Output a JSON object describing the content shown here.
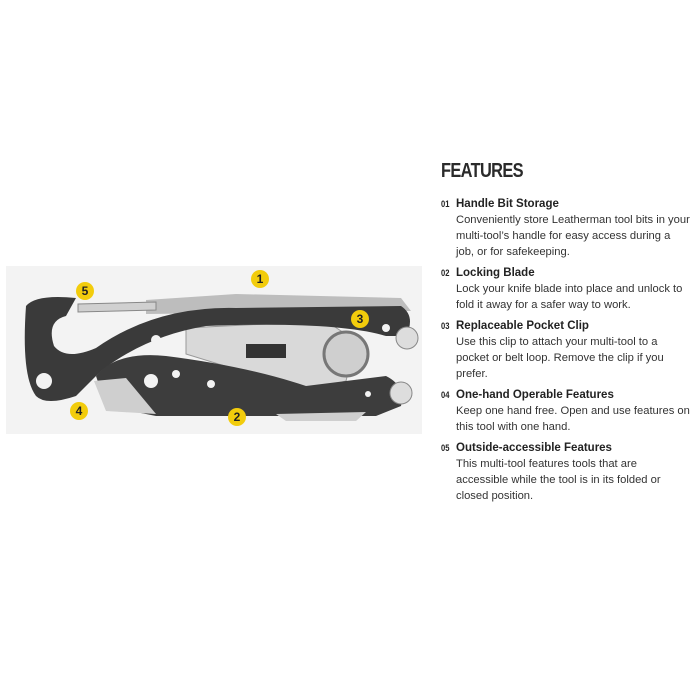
{
  "image": {
    "markers": [
      "1",
      "2",
      "3",
      "4",
      "5"
    ],
    "colors": {
      "marker": "#f2cc0c",
      "tool_body": "#3a3a3a",
      "steel": "#c8c8c8"
    }
  },
  "features": {
    "title": "FEATURES",
    "items": [
      {
        "num": "01",
        "title": "Handle Bit Storage",
        "desc": "Conveniently store Leatherman tool bits in your multi-tool’s handle for easy access during a job, or for safekeeping."
      },
      {
        "num": "02",
        "title": "Locking Blade",
        "desc": "Lock your knife blade into place and unlock to fold it away for a safer way to work."
      },
      {
        "num": "03",
        "title": "Replaceable Pocket Clip",
        "desc": "Use this clip to attach your multi-tool to a pocket or belt loop. Remove the clip if you prefer."
      },
      {
        "num": "04",
        "title": "One-hand Operable Features",
        "desc": "Keep one hand free. Open and use features on this tool with one hand."
      },
      {
        "num": "05",
        "title": "Outside-accessible Features",
        "desc": "This multi-tool features tools that are accessible while the tool is in its folded or closed position."
      }
    ]
  }
}
